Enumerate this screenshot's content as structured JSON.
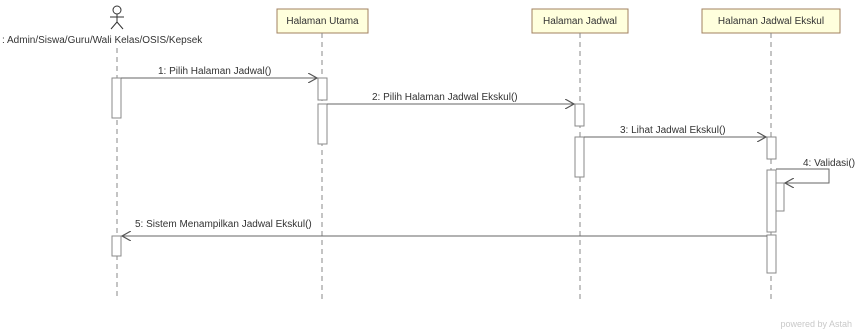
{
  "diagram": {
    "actor": {
      "label": ": Admin/Siswa/Guru/Wali Kelas/OSIS/Kepsek"
    },
    "lifelines": [
      {
        "label": "Halaman Utama"
      },
      {
        "label": "Halaman Jadwal"
      },
      {
        "label": "Halaman Jadwal Ekskul"
      }
    ],
    "messages": [
      {
        "label": "1: Pilih Halaman Jadwal()"
      },
      {
        "label": "2: Pilih Halaman Jadwal Ekskul()"
      },
      {
        "label": "3: Lihat Jadwal Ekskul()"
      },
      {
        "label": "4: Validasi()"
      },
      {
        "label": "5: Sistem Menampilkan Jadwal Ekskul()"
      }
    ],
    "watermark": "powered by Astah"
  },
  "colors": {
    "lifeline_box_fill": "#ffffdd",
    "lifeline_box_border": "#a08060",
    "line": "#7a7a7a",
    "activation_fill": "#ffffff",
    "text": "#333333"
  }
}
